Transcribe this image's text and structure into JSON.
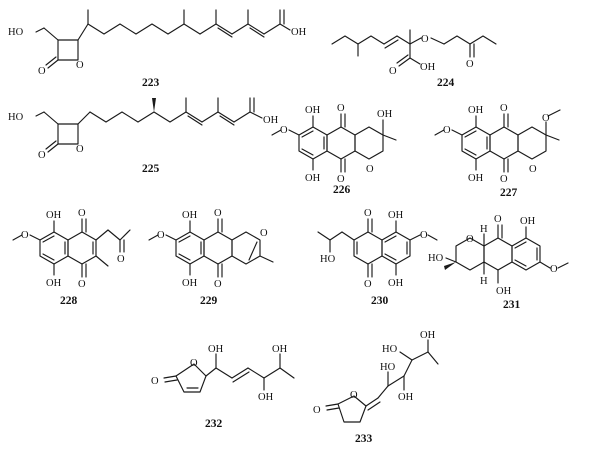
{
  "figure": {
    "compounds": [
      {
        "id": "223"
      },
      {
        "id": "224"
      },
      {
        "id": "225"
      },
      {
        "id": "226"
      },
      {
        "id": "227"
      },
      {
        "id": "228"
      },
      {
        "id": "229"
      },
      {
        "id": "230"
      },
      {
        "id": "231"
      },
      {
        "id": "232"
      },
      {
        "id": "233"
      }
    ],
    "atom_labels": {
      "oh": "OH",
      "ho": "HO",
      "o": "O",
      "h": "H"
    }
  },
  "colors": {
    "ink": "#1a1a1a",
    "background": "#ffffff"
  }
}
